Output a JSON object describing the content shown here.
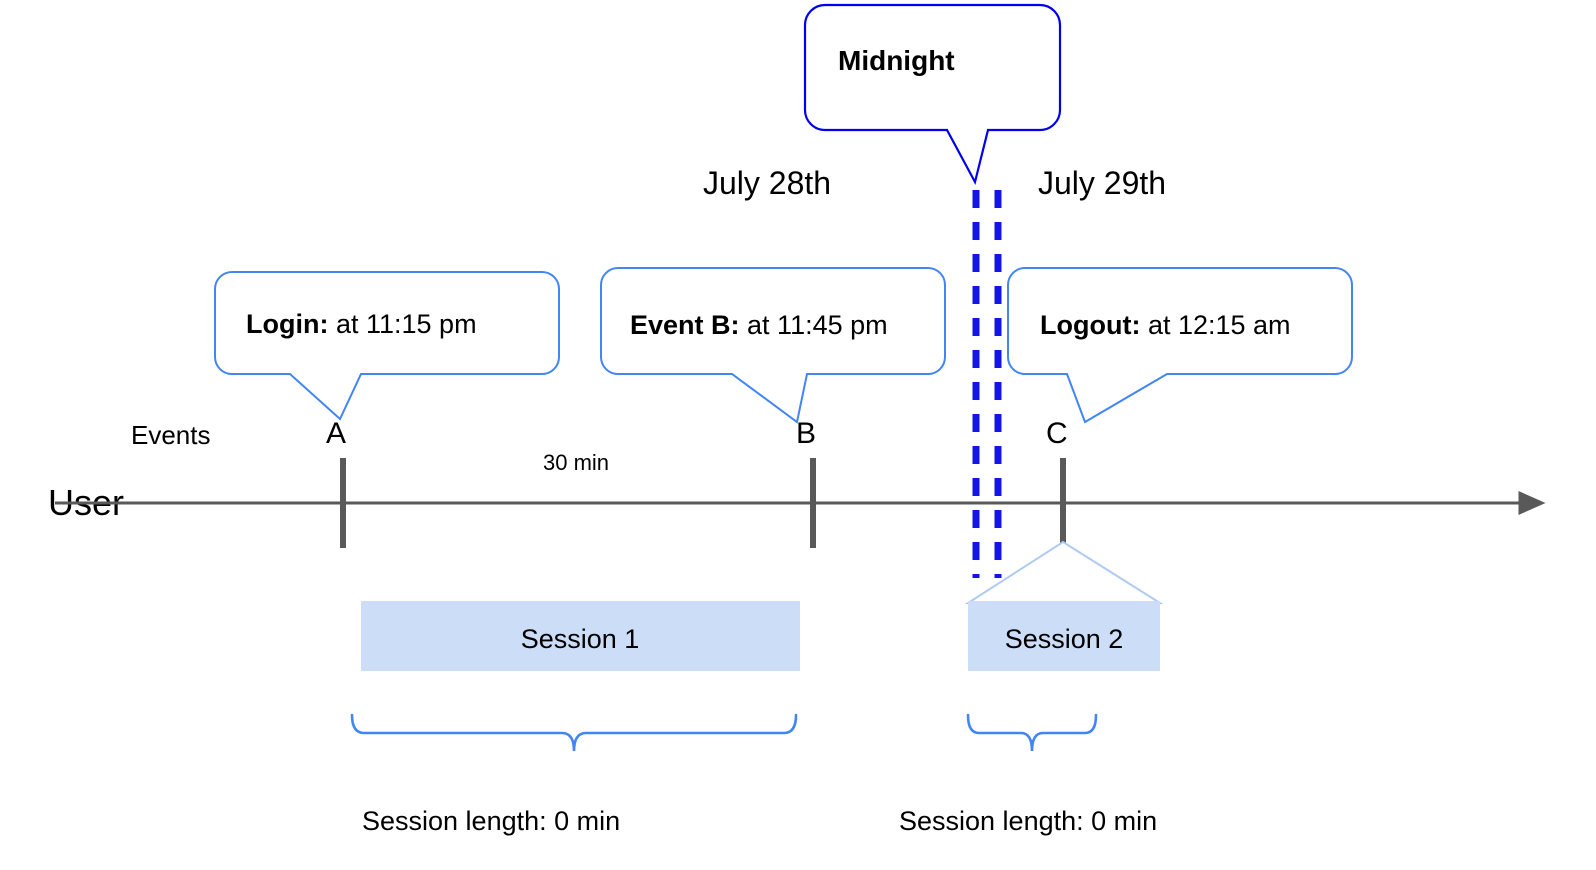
{
  "diagram": {
    "title": "User session timeline across midnight",
    "colors": {
      "callout_border": "#4285F4",
      "midnight_border": "#0000EE",
      "midnight_dash": "#1414E6",
      "axis": "#595959",
      "tick": "#595959",
      "session_fill": "#CBDDF7",
      "session_roof": "#CBDDF7",
      "brace": "#4285F4",
      "text": "#000000"
    },
    "axis": {
      "row_label": "User",
      "events_label": "Events"
    },
    "dates": {
      "left": "July 28th",
      "right": "July 29th"
    },
    "midnight": {
      "label": "Midnight"
    },
    "events": [
      {
        "marker": "A",
        "title": "Login:",
        "detail": " at 11:15 pm"
      },
      {
        "marker": "B",
        "title": "Event B:",
        "detail": " at 11:45 pm"
      },
      {
        "marker": "C",
        "title": "Logout:",
        "detail": " at 12:15 am"
      }
    ],
    "gap": {
      "label": "30 min"
    },
    "sessions": [
      {
        "label": "Session 1",
        "length_label": "Session length: 0 min"
      },
      {
        "label": "Session 2",
        "length_label": "Session length: 0 min"
      }
    ]
  }
}
